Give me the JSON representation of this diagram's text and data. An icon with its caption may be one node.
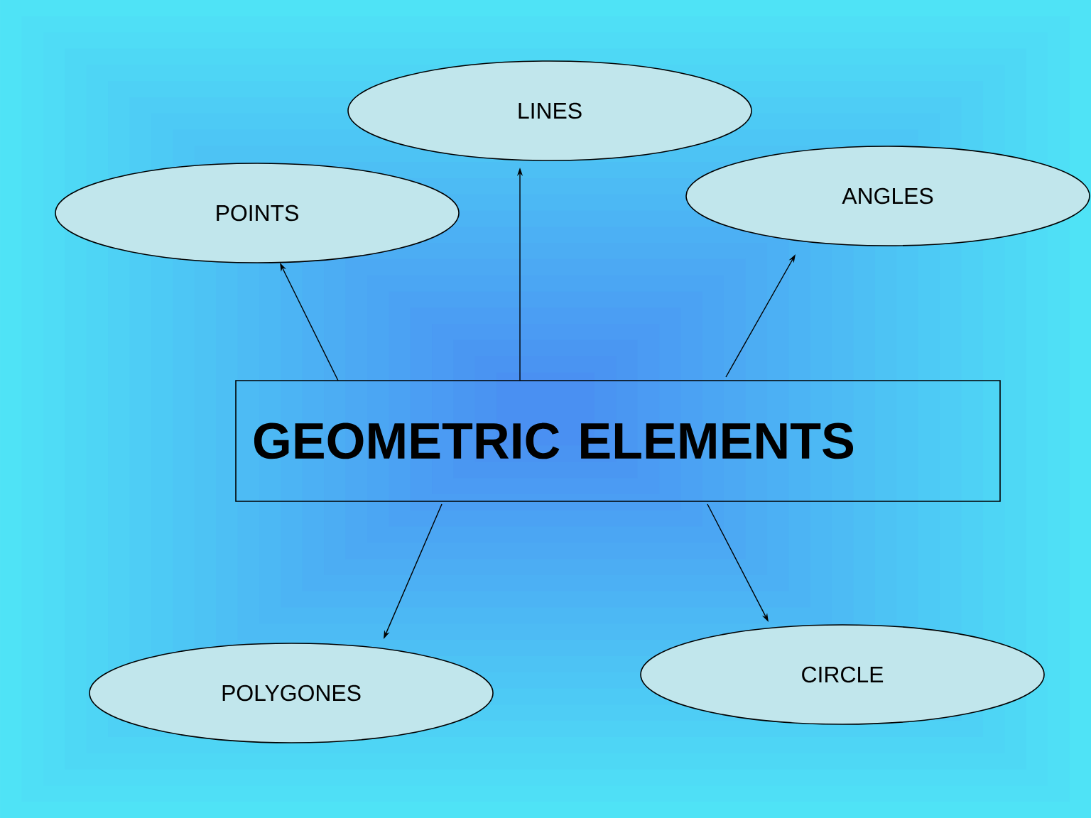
{
  "diagram": {
    "nodes": [
      {
        "text": [
          "GEOMETRIC ELEMENTS"
        ]
      },
      {
        "text": [
          "POINTS"
        ]
      },
      {
        "text": [
          "LINES"
        ]
      },
      {
        "text": [
          "ANGLES"
        ]
      },
      {
        "text": [
          "POLYGONES"
        ]
      },
      {
        "text": [
          "CIRCLE"
        ]
      }
    ],
    "edges": [
      {
        "from": 0,
        "to": 1,
        "arrow": "to"
      },
      {
        "from": 0,
        "to": 2,
        "arrow": "to"
      },
      {
        "from": 0,
        "to": 3,
        "arrow": "to"
      },
      {
        "from": 0,
        "to": 4,
        "arrow": "to"
      },
      {
        "from": 0,
        "to": 5,
        "arrow": "to"
      }
    ]
  }
}
